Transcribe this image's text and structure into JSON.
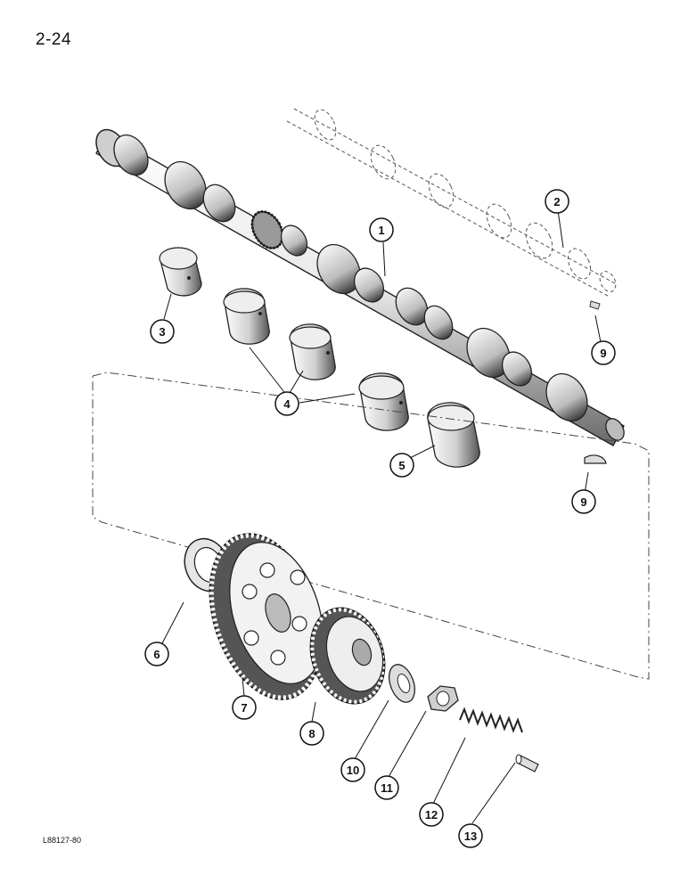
{
  "page_number": "2-24",
  "figure_code": "L88127-80",
  "callouts": [
    {
      "id": "c1",
      "label": "1"
    },
    {
      "id": "c2",
      "label": "2"
    },
    {
      "id": "c3",
      "label": "3"
    },
    {
      "id": "c4",
      "label": "4"
    },
    {
      "id": "c5",
      "label": "5"
    },
    {
      "id": "c6",
      "label": "6"
    },
    {
      "id": "c7",
      "label": "7"
    },
    {
      "id": "c8",
      "label": "8"
    },
    {
      "id": "c9a",
      "label": "9"
    },
    {
      "id": "c9b",
      "label": "9"
    },
    {
      "id": "c10",
      "label": "10"
    },
    {
      "id": "c11",
      "label": "11"
    },
    {
      "id": "c12",
      "label": "12"
    },
    {
      "id": "c13",
      "label": "13"
    }
  ]
}
